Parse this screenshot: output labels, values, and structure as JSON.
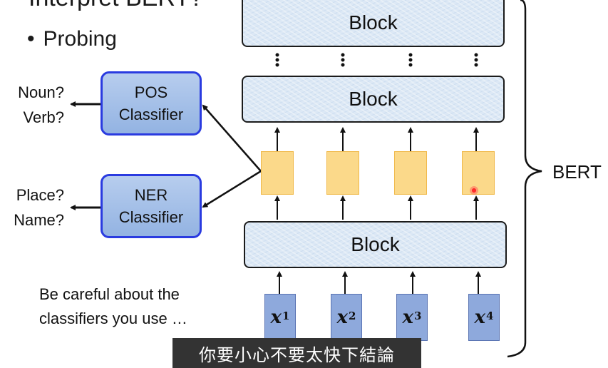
{
  "slide": {
    "title_partial": "Interpret BERT?",
    "bullet": "Probing"
  },
  "bert_stack": {
    "top_block": "Block",
    "middle_block": "Block",
    "bottom_block": "Block",
    "brace_label": "BERT"
  },
  "classifiers": [
    {
      "name": "POS\nClassifier",
      "line1": "POS",
      "line2": "Classifier",
      "outputs": [
        "Noun?",
        "Verb?"
      ]
    },
    {
      "name": "NER\nClassifier",
      "line1": "NER",
      "line2": "Classifier",
      "outputs": [
        "Place?",
        "Name?"
      ]
    }
  ],
  "inputs": [
    {
      "base": "x",
      "sup": "1"
    },
    {
      "base": "x",
      "sup": "2"
    },
    {
      "base": "x",
      "sup": "3"
    },
    {
      "base": "x",
      "sup": "4"
    }
  ],
  "note": {
    "line1": "Be careful about the",
    "line2": "classifiers you use …"
  },
  "subtitle": "你要小心不要太快下結論",
  "colors": {
    "block_fill": "#dce8f5",
    "classifier_border": "#2a3be0",
    "classifier_fill": "#a5c0e8",
    "embedding_fill": "#fbd98a",
    "input_fill": "#8ea9dc",
    "subtitle_bg": "#333333",
    "pointer": "#ff2a2a"
  }
}
